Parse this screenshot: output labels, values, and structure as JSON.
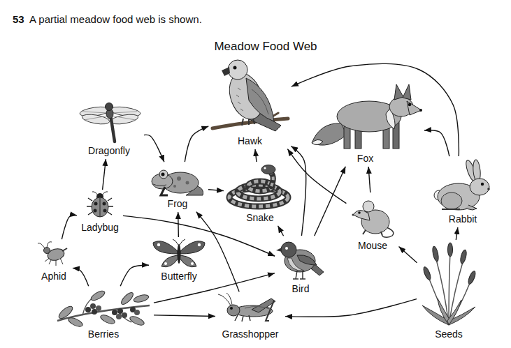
{
  "diagram": {
    "title": "Meadow Food Web",
    "nodes": [
      {
        "text": [
          "Hawk"
        ]
      },
      {
        "text": [
          "Dragonfly"
        ]
      },
      {
        "text": [
          "Fox"
        ]
      },
      {
        "text": [
          "Frog"
        ]
      },
      {
        "text": [
          "Snake"
        ]
      },
      {
        "text": [
          "Rabbit"
        ]
      },
      {
        "text": [
          "Ladybug"
        ]
      },
      {
        "text": [
          "Mouse"
        ]
      },
      {
        "text": [
          "Butterfly"
        ]
      },
      {
        "text": [
          "Aphid"
        ]
      },
      {
        "text": [
          "Bird"
        ]
      },
      {
        "text": [
          "Berries"
        ]
      },
      {
        "text": [
          "Grasshopper"
        ]
      },
      {
        "text": [
          "Seeds"
        ]
      }
    ],
    "edges": [
      {
        "from": 11,
        "to": 9,
        "arrow": "to"
      },
      {
        "from": 11,
        "to": 8,
        "arrow": "to"
      },
      {
        "from": 11,
        "to": 10,
        "arrow": "to"
      },
      {
        "from": 11,
        "to": 12,
        "arrow": "to"
      },
      {
        "from": 9,
        "to": 6,
        "arrow": "to"
      },
      {
        "from": 6,
        "to": 1,
        "arrow": "to"
      },
      {
        "from": 6,
        "to": 10,
        "arrow": "to"
      },
      {
        "from": 1,
        "to": 3,
        "arrow": "to"
      },
      {
        "from": 8,
        "to": 3,
        "arrow": "to"
      },
      {
        "from": 12,
        "to": 3,
        "arrow": "to"
      },
      {
        "from": 3,
        "to": 0,
        "arrow": "to"
      },
      {
        "from": 3,
        "to": 4,
        "arrow": "to"
      },
      {
        "from": 4,
        "to": 0,
        "arrow": "to"
      },
      {
        "from": 10,
        "to": 4,
        "arrow": "to"
      },
      {
        "from": 10,
        "to": 0,
        "arrow": "to"
      },
      {
        "from": 10,
        "to": 2,
        "arrow": "to"
      },
      {
        "from": 7,
        "to": 0,
        "arrow": "to"
      },
      {
        "from": 7,
        "to": 2,
        "arrow": "to"
      },
      {
        "from": 5,
        "to": 2,
        "arrow": "to"
      },
      {
        "from": 5,
        "to": 0,
        "arrow": "to"
      },
      {
        "from": 13,
        "to": 7,
        "arrow": "to"
      },
      {
        "from": 13,
        "to": 5,
        "arrow": "to"
      },
      {
        "from": 13,
        "to": 12,
        "arrow": "to"
      }
    ],
    "labels": [
      "53",
      "A partial meadow food web is shown."
    ]
  }
}
